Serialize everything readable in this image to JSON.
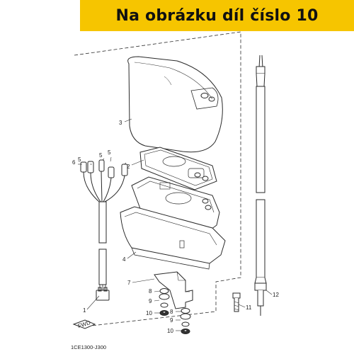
{
  "banner": {
    "text": "Na obrázku díl číslo 10",
    "background": "#f6c500"
  },
  "callouts": [
    {
      "id": "c1",
      "text": "1"
    },
    {
      "id": "c2",
      "text": "2"
    },
    {
      "id": "c3",
      "text": "3"
    },
    {
      "id": "c4",
      "text": "4"
    },
    {
      "id": "c5a",
      "text": "5"
    },
    {
      "id": "c5b",
      "text": "5"
    },
    {
      "id": "c5c",
      "text": "5"
    },
    {
      "id": "c6",
      "text": "6"
    },
    {
      "id": "c7",
      "text": "7"
    },
    {
      "id": "c8a",
      "text": "8"
    },
    {
      "id": "c8b",
      "text": "8"
    },
    {
      "id": "c9a",
      "text": "9"
    },
    {
      "id": "c9b",
      "text": "9"
    },
    {
      "id": "c10a",
      "text": "10"
    },
    {
      "id": "c10b",
      "text": "10"
    },
    {
      "id": "c11",
      "text": "11"
    },
    {
      "id": "c12",
      "text": "12"
    }
  ],
  "fwd_label": "FWD",
  "drawing_code": "1CE1300-J300"
}
